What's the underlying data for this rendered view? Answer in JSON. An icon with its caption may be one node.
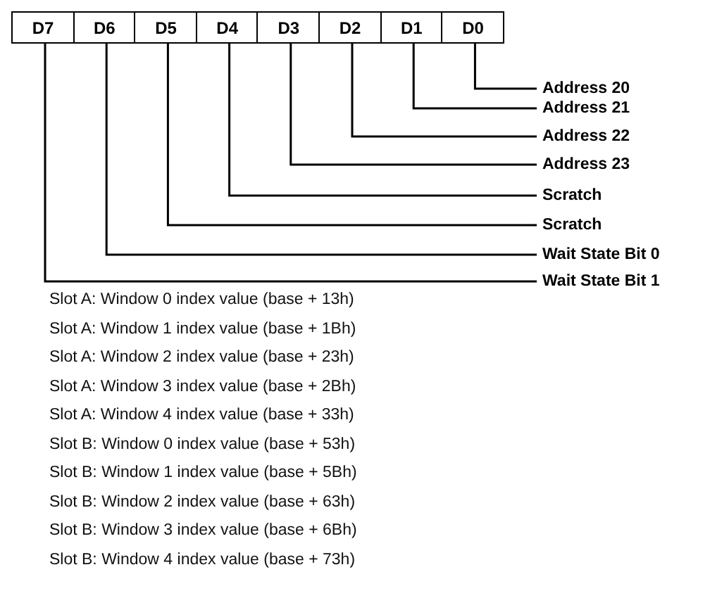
{
  "diagram": {
    "nodes": [
      {
        "text": [
          "D7"
        ]
      },
      {
        "text": [
          "D6"
        ]
      },
      {
        "text": [
          "D5"
        ]
      },
      {
        "text": [
          "D4"
        ]
      },
      {
        "text": [
          "D3"
        ]
      },
      {
        "text": [
          "D2"
        ]
      },
      {
        "text": [
          "D1"
        ]
      },
      {
        "text": [
          "D0"
        ]
      },
      {
        "text": [
          "Address 20"
        ]
      },
      {
        "text": [
          "Address 21"
        ]
      },
      {
        "text": [
          "Address 22"
        ]
      },
      {
        "text": [
          "Address 23"
        ]
      },
      {
        "text": [
          "Scratch"
        ]
      },
      {
        "text": [
          "Scratch"
        ]
      },
      {
        "text": [
          "Wait State Bit 0"
        ]
      },
      {
        "text": [
          "Wait State Bit 1"
        ]
      }
    ],
    "edges": [
      {
        "from": 7,
        "to": 8,
        "arrow": "none"
      },
      {
        "from": 6,
        "to": 9,
        "arrow": "none"
      },
      {
        "from": 5,
        "to": 10,
        "arrow": "none"
      },
      {
        "from": 4,
        "to": 11,
        "arrow": "none"
      },
      {
        "from": 3,
        "to": 12,
        "arrow": "none"
      },
      {
        "from": 2,
        "to": 13,
        "arrow": "none"
      },
      {
        "from": 1,
        "to": 14,
        "arrow": "none"
      },
      {
        "from": 0,
        "to": 15,
        "arrow": "none"
      }
    ],
    "labels": [
      "Slot A: Window 0 index value (base + 13h)",
      "Slot A: Window 1 index value (base + 1Bh)",
      "Slot A: Window 2 index value (base + 23h)",
      "Slot A: Window 3 index value (base + 2Bh)",
      "Slot A: Window 4 index value (base + 33h)",
      "Slot B: Window 0 index value (base + 53h)",
      "Slot B: Window 1 index value (base + 5Bh)",
      "Slot B: Window 2 index value (base + 63h)",
      "Slot B: Window 3 index value (base + 6Bh)",
      "Slot B: Window 4 index value (base + 73h)"
    ]
  }
}
